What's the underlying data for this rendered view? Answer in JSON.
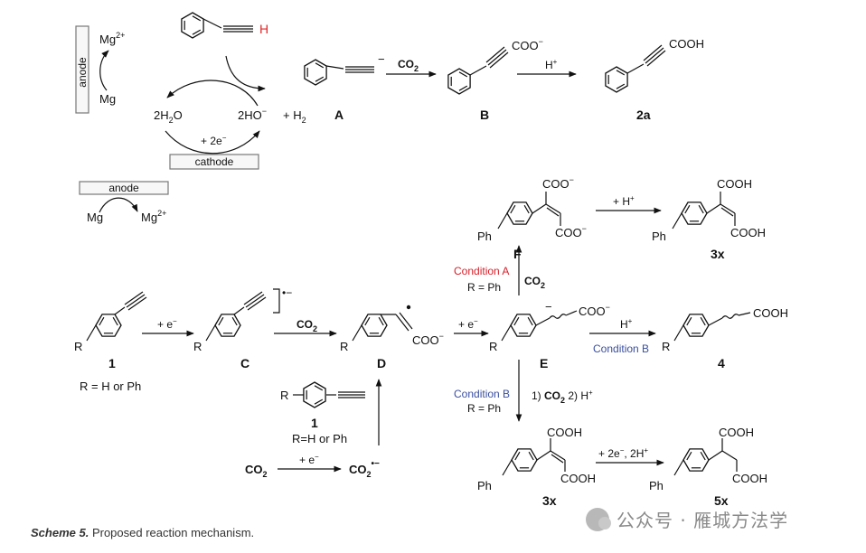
{
  "top": {
    "reagent": "H",
    "anode_label": "anode",
    "mg_ion": "Mg",
    "mg_ion_sup": "2+",
    "mg": "Mg",
    "water": "2H",
    "water_sub": "2",
    "water_o": "O",
    "hydroxide": "2HO",
    "hydroxide_sup": "−",
    "h2": "+  H",
    "h2_sub": "2",
    "electrons": "+ 2e",
    "electrons_sup": "−",
    "cathode_label": "cathode",
    "anion_charge": "−",
    "co2": "CO",
    "co2_sub": "2",
    "coo_b": "COO",
    "coo_b_sup": "−",
    "proton": "H",
    "proton_sup": "+",
    "cooh": "COOH",
    "label_A": "A",
    "label_B": "B",
    "label_2a": "2a",
    "anode2_label": "anode",
    "mg2": "Mg",
    "mg2_ion": "Mg",
    "mg2_ion_sup": "2+"
  },
  "bottom": {
    "R": "R",
    "label_1": "1",
    "r_def": "R = H or Ph",
    "e_add": "+ e",
    "e_sup": "−",
    "radical_anion": "•−",
    "label_C": "C",
    "co2": "CO",
    "co2_sub": "2",
    "coo_d": "COO",
    "coo_sup": "−",
    "label_D": "D",
    "label_E": "E",
    "proton": "H",
    "proton_sup": "+",
    "condition_b": "Condition B",
    "condition_a": "Condition A",
    "r_ph": "R = Ph",
    "label_4": "4",
    "label_F": "F",
    "coo_f": "COO",
    "coo_f_sup": "−",
    "plus_h": "+ H",
    "plus_h_sup": "+",
    "cooh": "COOH",
    "ph": "Ph",
    "label_3x": "3x",
    "step_1": "1) ",
    "step_1_co2": "CO",
    "step_1_sub": "2",
    "step_2": "   2) H",
    "step_2_sup": "+",
    "label_5x": "5x",
    "reduce": "+ 2e",
    "reduce_sup": "−",
    "reduce_tail": ", 2H",
    "reduce_tail_sup": "+",
    "r_def2": "R=H or Ph",
    "co2_radical": "CO",
    "co2_radical_sub": "2",
    "co2_radical_sup": "•−"
  },
  "colors": {
    "condition_a": "#d6202a",
    "condition_b": "#3a4fa0",
    "reagent_h": "#e0282a"
  },
  "caption": {
    "label": "Scheme 5.",
    "text": " Proposed reaction mechanism."
  },
  "watermark": {
    "text": "公众号 · 雁城方法学"
  }
}
